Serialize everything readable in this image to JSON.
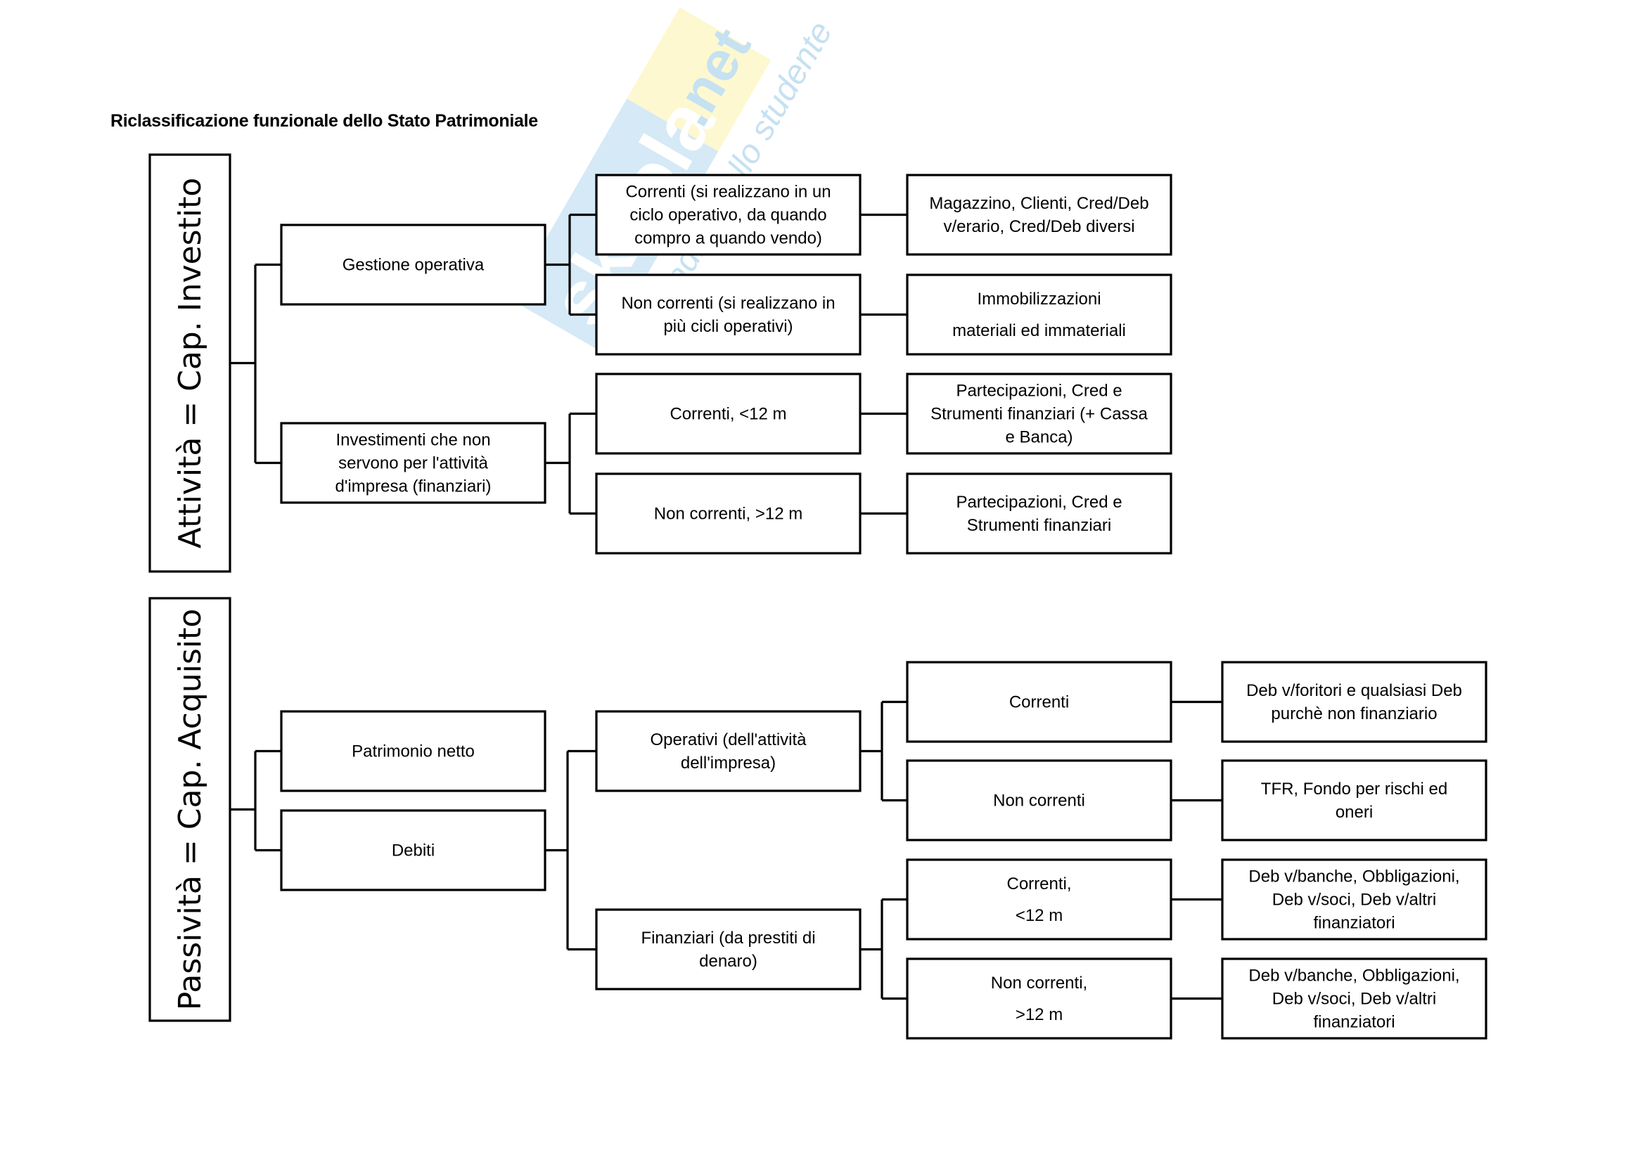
{
  "title": "Riclassificazione funzionale dello Stato Patrimoniale",
  "watermark": {
    "brand": "skuola",
    "tld": ".net",
    "tagline": "il paradiso dello studente",
    "colors": {
      "blue": "#cfe6f5",
      "yellow": "#fdf7c8",
      "text": "#bcdcf0"
    }
  },
  "sections": {
    "attivita": {
      "label": "Attività = Cap. Investito",
      "groups": [
        {
          "label": "Gestione operativa",
          "children": [
            {
              "label": "Correnti (si realizzano in un ciclo operativo, da quando compro a quando vendo)",
              "lines": [
                "Correnti (si realizzano in un",
                "ciclo operativo, da quando",
                "compro a quando vendo)"
              ],
              "detail": [
                "Magazzino, Clienti, Cred/Deb",
                "v/erario, Cred/Deb diversi"
              ]
            },
            {
              "label": "Non correnti (si realizzano in più cicli operativi)",
              "lines": [
                "Non correnti (si realizzano in",
                "più cicli operativi)"
              ],
              "detail": [
                "Immobilizzazioni",
                "materiali ed immateriali"
              ]
            }
          ]
        },
        {
          "label": "Investimenti che non servono per l'attività d'impresa (finanziari)",
          "lines": [
            "Investimenti che non",
            "servono per l'attività",
            "d'impresa (finanziari)"
          ],
          "children": [
            {
              "label": "Correnti, <12 m",
              "lines": [
                "Correnti, <12 m"
              ],
              "detail": [
                "Partecipazioni, Cred e",
                "Strumenti finanziari (+ Cassa",
                "e Banca)"
              ]
            },
            {
              "label": "Non correnti, >12 m",
              "lines": [
                "Non correnti, >12 m"
              ],
              "detail": [
                "Partecipazioni, Cred e",
                "Strumenti finanziari"
              ]
            }
          ]
        }
      ]
    },
    "passivita": {
      "label": "Passività = Cap. Acquisito",
      "groups": [
        {
          "label": "Patrimonio netto",
          "lines": [
            "Patrimonio netto"
          ]
        },
        {
          "label": "Debiti",
          "lines": [
            "Debiti"
          ],
          "children": [
            {
              "label": "Operativi (dell'attività dell'impresa)",
              "lines": [
                "Operativi (dell'attività",
                "dell'impresa)"
              ],
              "children": [
                {
                  "label": "Correnti",
                  "lines": [
                    "Correnti"
                  ],
                  "detail": [
                    "Deb v/foritori e qualsiasi Deb",
                    "purchè non finanziario"
                  ]
                },
                {
                  "label": "Non correnti",
                  "lines": [
                    "Non correnti"
                  ],
                  "detail": [
                    "TFR, Fondo per rischi ed",
                    "oneri"
                  ]
                }
              ]
            },
            {
              "label": "Finanziari (da prestiti di denaro)",
              "lines": [
                "Finanziari (da prestiti di",
                "denaro)"
              ],
              "children": [
                {
                  "label": "Correnti, <12 m",
                  "lines": [
                    "Correnti,",
                    "<12 m"
                  ],
                  "detail": [
                    "Deb v/banche, Obbligazioni,",
                    "Deb v/soci, Deb v/altri",
                    "finanziatori"
                  ]
                },
                {
                  "label": "Non correnti, >12 m",
                  "lines": [
                    "Non correnti,",
                    ">12 m"
                  ],
                  "detail": [
                    "Deb v/banche, Obbligazioni,",
                    "Deb v/soci, Deb v/altri",
                    "finanziatori"
                  ]
                }
              ]
            }
          ]
        }
      ]
    }
  }
}
